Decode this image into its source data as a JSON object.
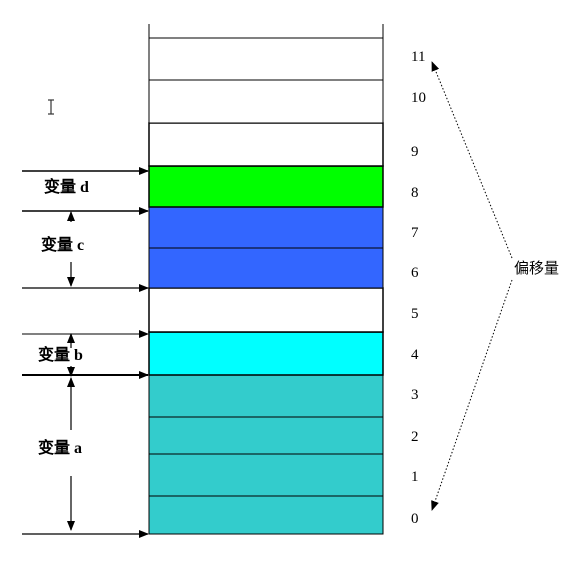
{
  "diagram": {
    "offsets": [
      "0",
      "1",
      "2",
      "3",
      "4",
      "5",
      "6",
      "7",
      "8",
      "9",
      "10",
      "11"
    ],
    "cell_colors": [
      "#33cccc",
      "#33cccc",
      "#33cccc",
      "#33cccc",
      "#00ffff",
      "#ffffff",
      "#3366ff",
      "#3366ff",
      "#00ff00",
      "#ffffff",
      "#ffffff",
      "#ffffff"
    ],
    "variables": [
      {
        "label": "变量 a"
      },
      {
        "label": "变量 b"
      },
      {
        "label": "变量 c"
      },
      {
        "label": "变量 d"
      }
    ],
    "offset_title": "偏移量",
    "cursor_icon": "text-cursor-icon"
  }
}
